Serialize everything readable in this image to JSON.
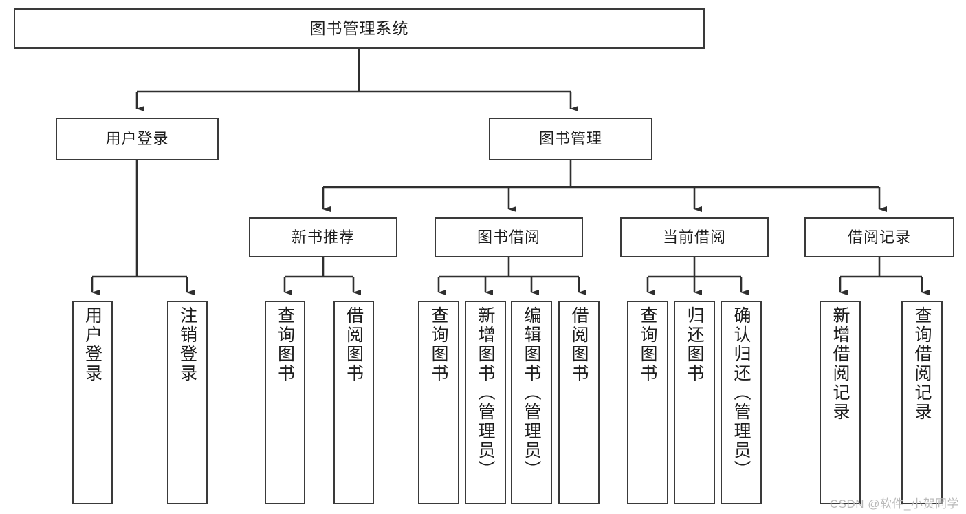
{
  "diagram": {
    "type": "tree-hierarchy",
    "title": "图书管理系统",
    "root": {
      "id": "root",
      "label": "图书管理系统"
    },
    "level2": [
      {
        "id": "user-login",
        "label": "用户登录"
      },
      {
        "id": "book-manage",
        "label": "图书管理"
      }
    ],
    "level3": [
      {
        "id": "new-book-recommend",
        "label": "新书推荐"
      },
      {
        "id": "book-borrow",
        "label": "图书借阅"
      },
      {
        "id": "current-borrow",
        "label": "当前借阅"
      },
      {
        "id": "borrow-record",
        "label": "借阅记录"
      }
    ],
    "leaves": {
      "user_login": [
        {
          "id": "leaf-user-login",
          "label": "用户登录"
        },
        {
          "id": "leaf-logout-login",
          "label": "注销登录"
        }
      ],
      "new_book_recommend": [
        {
          "id": "leaf-query-book-1",
          "label": "查询图书"
        },
        {
          "id": "leaf-borrow-book-1",
          "label": "借阅图书"
        }
      ],
      "book_borrow": [
        {
          "id": "leaf-query-book-2",
          "label": "查询图书"
        },
        {
          "id": "leaf-add-book",
          "label": "新增图书（管理员）"
        },
        {
          "id": "leaf-edit-book",
          "label": "编辑图书（管理员）"
        },
        {
          "id": "leaf-borrow-book-2",
          "label": "借阅图书"
        }
      ],
      "current_borrow": [
        {
          "id": "leaf-query-book-3",
          "label": "查询图书"
        },
        {
          "id": "leaf-return-book",
          "label": "归还图书"
        },
        {
          "id": "leaf-confirm-return",
          "label": "确认归还（管理员）"
        }
      ],
      "borrow_record": [
        {
          "id": "leaf-add-record",
          "label": "新增借阅记录"
        },
        {
          "id": "leaf-query-record",
          "label": "查询借阅记录"
        }
      ]
    }
  },
  "watermark": {
    "text": "CSDN @软件_小贺同学"
  },
  "colors": {
    "stroke": "#3a3a3a",
    "text": "#1d1d1d",
    "background": "#ffffff",
    "watermark": "#b9b9b9"
  }
}
